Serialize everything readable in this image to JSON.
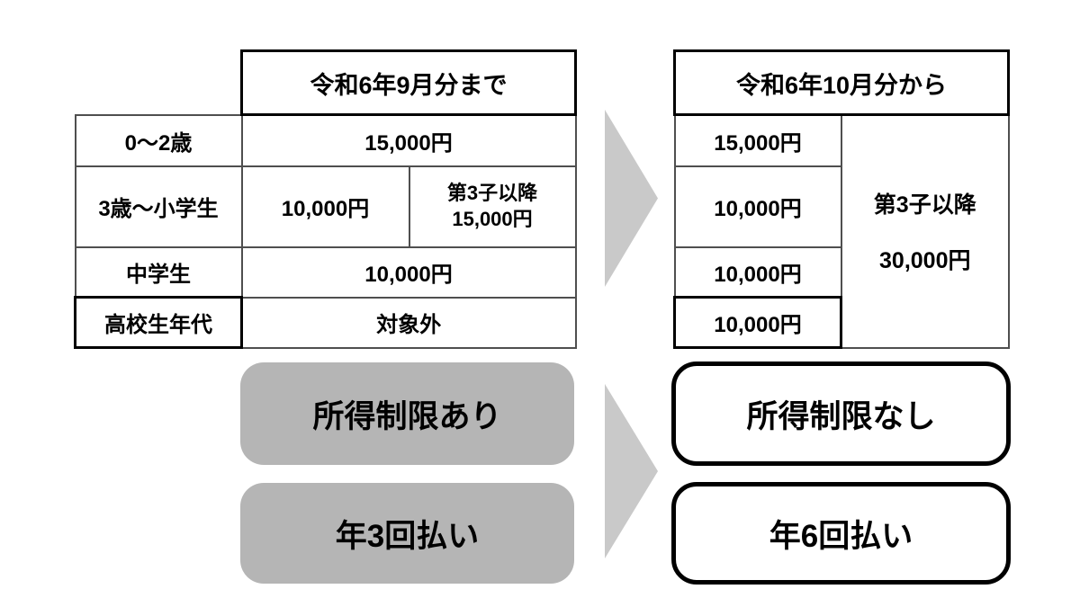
{
  "colors": {
    "box_gray": "#b5b5b5",
    "arrow_gray": "#c9c9c9",
    "table_border": "#4f4f4f",
    "emphasis_border": "#000000"
  },
  "before": {
    "header": "令和6年9月分まで",
    "rows": [
      {
        "label": "0〜2歳",
        "amount": "15,000円"
      },
      {
        "label": "3歳〜小学生",
        "amount": "10,000円",
        "third_child": "第3子以降\n15,000円"
      },
      {
        "label": "中学生",
        "amount": "10,000円"
      },
      {
        "label": "高校生年代",
        "amount": "対象外"
      }
    ],
    "income_limit": "所得制限あり",
    "payment_schedule": "年3回払い"
  },
  "after": {
    "header": "令和6年10月分から",
    "amounts": [
      "15,000円",
      "10,000円",
      "10,000円",
      "10,000円"
    ],
    "third_child_label": "第3子以降",
    "third_child_amount": "30,000円",
    "income_limit": "所得制限なし",
    "payment_schedule": "年6回払い"
  }
}
